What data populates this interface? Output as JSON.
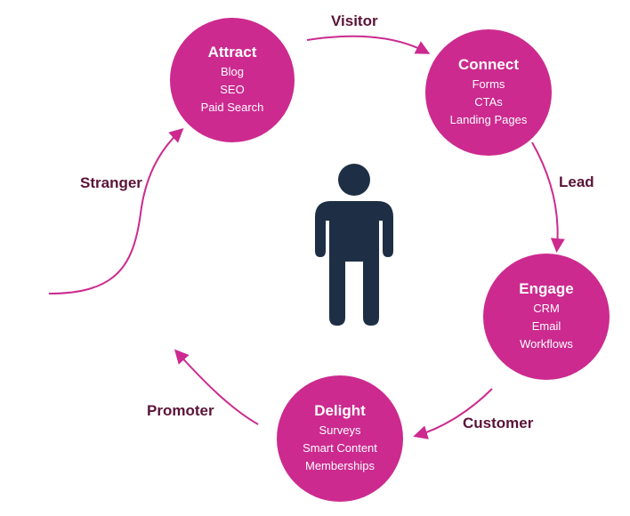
{
  "colors": {
    "node_fill": "#cc2a8f",
    "arrow": "#cc2a8f",
    "label_text": "#5a1438",
    "person": "#1e2f45"
  },
  "nodes": [
    {
      "title": "Attract",
      "items": [
        "Blog",
        "SEO",
        "Paid Search"
      ]
    },
    {
      "title": "Connect",
      "items": [
        "Forms",
        "CTAs",
        "Landing Pages"
      ]
    },
    {
      "title": "Engage",
      "items": [
        "CRM",
        "Email",
        "Workflows"
      ]
    },
    {
      "title": "Delight",
      "items": [
        "Surveys",
        "Smart Content",
        "Memberships"
      ]
    }
  ],
  "labels": {
    "visitor": "Visitor",
    "lead": "Lead",
    "customer": "Customer",
    "promoter": "Promoter",
    "stranger": "Stranger"
  },
  "person_icon": "person-icon"
}
